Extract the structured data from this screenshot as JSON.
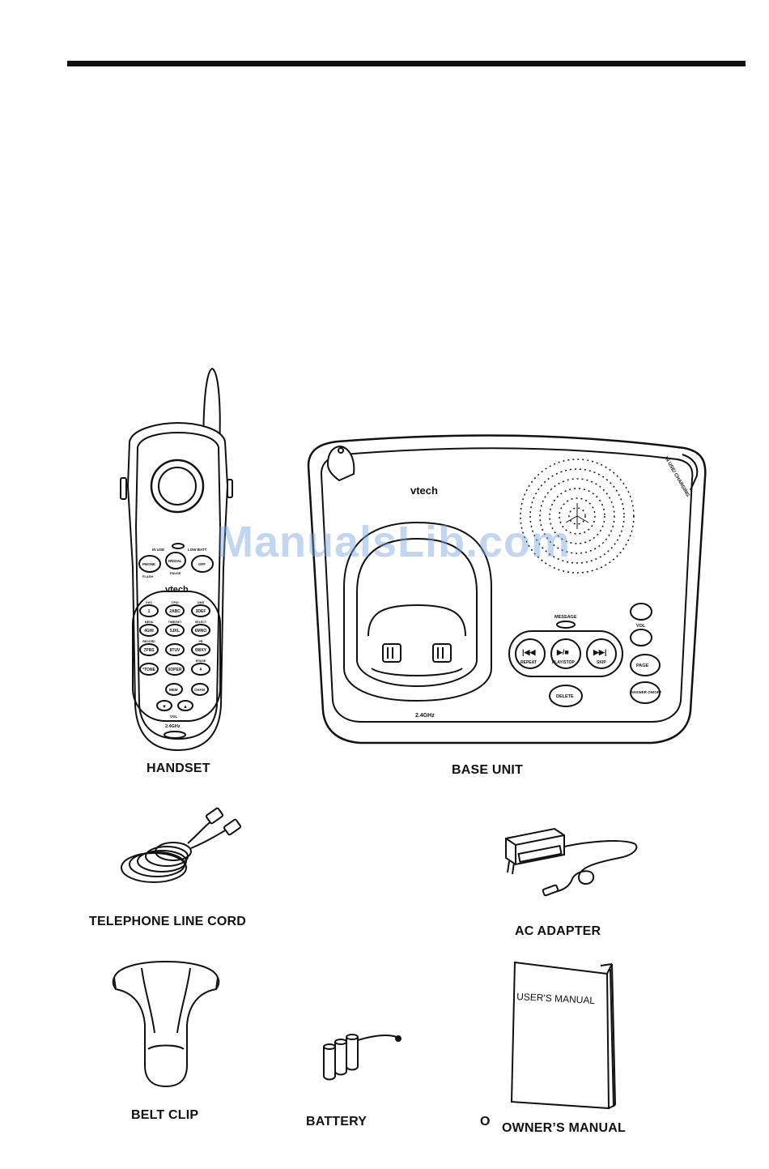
{
  "captions": {
    "handset": "HANDSET",
    "base_unit": "BASE UNIT",
    "telephone_line_cord": "TELEPHONE LINE CORD",
    "ac_adapter": "AC  ADAPTER",
    "belt_clip": "BELT CLIP",
    "battery": "BATTERY",
    "owners_manual_bullet": "O",
    "owners_manual": "OWNER’S MANUAL"
  },
  "handset_labels": {
    "brand": "vtech",
    "band": "2.4GHz",
    "in_use": "IN USE",
    "low_batt": "LOW BATT",
    "phone": "PHONE",
    "redial": "REDIAL",
    "off": "OFF",
    "flash": "FLASH",
    "pause": "PAUSE",
    "mem": "MEM",
    "chan": "CHAN",
    "vol": "VOL",
    "keys": [
      "1",
      "2ABC",
      "3DEF",
      "4GHI",
      "5JKL",
      "6MNO",
      "7PRS",
      "8TUV",
      "9WXY",
      "*TONE",
      "0OPER",
      "#"
    ],
    "key_sublabels": [
      "OGC",
      "T/P/D",
      "DMS",
      "MENU",
      "TIME/SET",
      "SELECT",
      "RECORD",
      "",
      "PB",
      "",
      "",
      "ERASE"
    ]
  },
  "base_labels": {
    "brand": "vtech",
    "band": "2.4GHz",
    "in_use_charging": "IN USE/ CHARGING",
    "message": "MESSAGE",
    "repeat": "REPEAT",
    "play_stop": "PLAY/STOP",
    "skip": "SKIP",
    "delete": "DELETE",
    "vol": "VOL",
    "page": "PAGE",
    "answer_on_off": "ANSWER ON/OFF",
    "repeat_symbol": "|◀◀",
    "play_stop_symbol": "▶/■",
    "skip_symbol": "▶▶|"
  },
  "manual_cover_text": "USER'S MANUAL",
  "watermark": "ManualsLib.com"
}
